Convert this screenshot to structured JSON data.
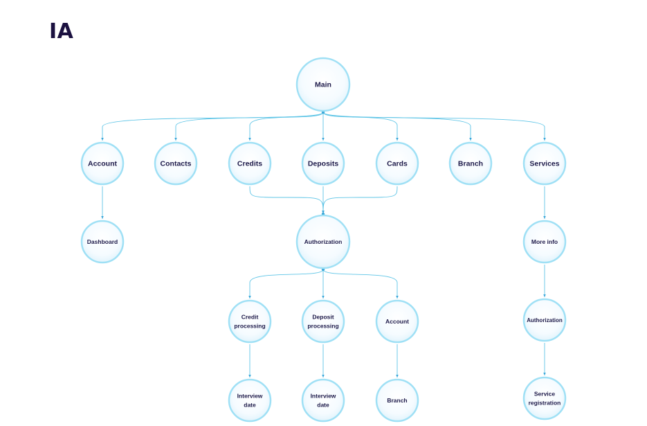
{
  "title": "IA",
  "nodes": [
    {
      "id": "main",
      "label": [
        "Main"
      ]
    },
    {
      "id": "account",
      "label": [
        "Account"
      ]
    },
    {
      "id": "contacts",
      "label": [
        "Contacts"
      ]
    },
    {
      "id": "credits",
      "label": [
        "Credits"
      ]
    },
    {
      "id": "deposits",
      "label": [
        "Deposits"
      ]
    },
    {
      "id": "cards",
      "label": [
        "Cards"
      ]
    },
    {
      "id": "branch",
      "label": [
        "Branch"
      ]
    },
    {
      "id": "services",
      "label": [
        "Services"
      ]
    },
    {
      "id": "dashboard",
      "label": [
        "Dashboard"
      ]
    },
    {
      "id": "authorization",
      "label": [
        "Authorization"
      ]
    },
    {
      "id": "more-info",
      "label": [
        "More info"
      ]
    },
    {
      "id": "credit-processing",
      "label": [
        "Credit",
        "processing"
      ]
    },
    {
      "id": "deposit-processing",
      "label": [
        "Deposit",
        "processing"
      ]
    },
    {
      "id": "account-2",
      "label": [
        "Account"
      ]
    },
    {
      "id": "authorization-2",
      "label": [
        "Authorization"
      ]
    },
    {
      "id": "interview-date-1",
      "label": [
        "Interview",
        "date"
      ]
    },
    {
      "id": "interview-date-2",
      "label": [
        "Interview",
        "date"
      ]
    },
    {
      "id": "branch-2",
      "label": [
        "Branch"
      ]
    },
    {
      "id": "service-registration",
      "label": [
        "Service",
        "registration"
      ]
    }
  ],
  "edges": [
    {
      "from": "main",
      "to": "account"
    },
    {
      "from": "main",
      "to": "contacts"
    },
    {
      "from": "main",
      "to": "credits"
    },
    {
      "from": "main",
      "to": "deposits"
    },
    {
      "from": "main",
      "to": "cards"
    },
    {
      "from": "main",
      "to": "branch"
    },
    {
      "from": "main",
      "to": "services"
    },
    {
      "from": "account",
      "to": "dashboard"
    },
    {
      "from": "credits",
      "to": "authorization"
    },
    {
      "from": "deposits",
      "to": "authorization"
    },
    {
      "from": "cards",
      "to": "authorization"
    },
    {
      "from": "services",
      "to": "more-info"
    },
    {
      "from": "authorization",
      "to": "credit-processing"
    },
    {
      "from": "authorization",
      "to": "deposit-processing"
    },
    {
      "from": "authorization",
      "to": "account-2"
    },
    {
      "from": "more-info",
      "to": "authorization-2"
    },
    {
      "from": "credit-processing",
      "to": "interview-date-1"
    },
    {
      "from": "deposit-processing",
      "to": "interview-date-2"
    },
    {
      "from": "account-2",
      "to": "branch-2"
    },
    {
      "from": "authorization-2",
      "to": "service-registration"
    }
  ],
  "colors": {
    "node_fill": "#f3fbff",
    "node_border": "#9fe0f5",
    "edge": "#5cc4e6",
    "title": "#1b1140",
    "label": "#1d1a4a"
  }
}
